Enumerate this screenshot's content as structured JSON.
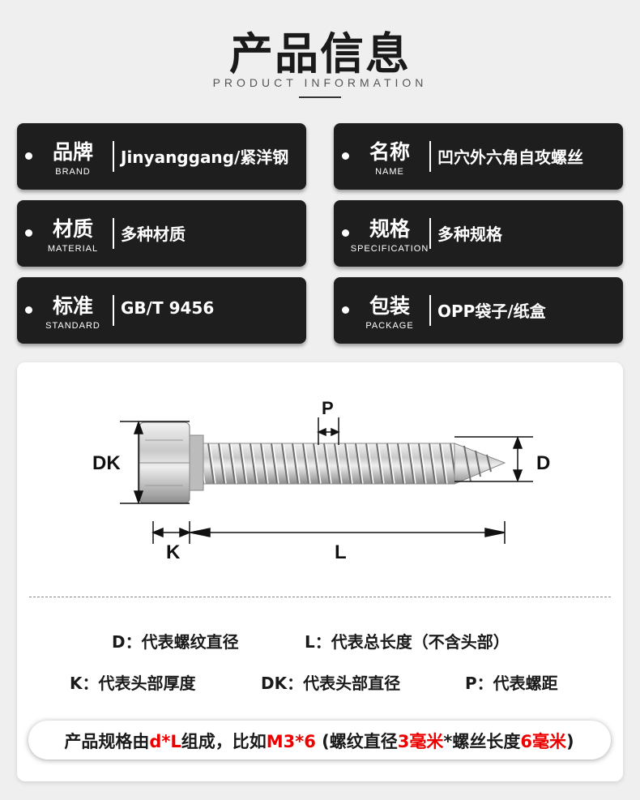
{
  "header": {
    "title": "产品信息",
    "subtitle": "PRODUCT INFORMATION"
  },
  "cards": [
    {
      "zh": "品牌",
      "en": "BRAND",
      "value": "Jinyanggang/紧洋钢"
    },
    {
      "zh": "名称",
      "en": "NAME",
      "value": "凹穴外六角自攻螺丝"
    },
    {
      "zh": "材质",
      "en": "MATERIAL",
      "value": "多种材质"
    },
    {
      "zh": "规格",
      "en": "SPECIFICATION",
      "value": "多种规格"
    },
    {
      "zh": "标准",
      "en": "STANDARD",
      "value": "GB/T 9456"
    },
    {
      "zh": "包装",
      "en": "PACKAGE",
      "value": "OPP袋子/纸盒"
    }
  ],
  "diagram": {
    "labels": {
      "dk": "DK",
      "p": "P",
      "d": "D",
      "k": "K",
      "l": "L"
    }
  },
  "legend": {
    "d": "D：代表螺纹直径",
    "l": "L：代表总长度（不含头部）",
    "k": "K：代表头部厚度",
    "dk": "DK：代表头部直径",
    "p": "P：代表螺距"
  },
  "note": {
    "a": "产品规格由",
    "b": "d*L",
    "c": "组成，比如",
    "d": "M3*6",
    "e": " (螺纹直径",
    "f": "3毫米",
    "g": "*螺丝长度",
    "h": "6毫米",
    "i": ")"
  },
  "colors": {
    "card_bg": "#1e1e1e",
    "highlight": "#e00000",
    "page_bg": "#efefef"
  },
  "icons": [
    "bullet-dot-icon"
  ]
}
